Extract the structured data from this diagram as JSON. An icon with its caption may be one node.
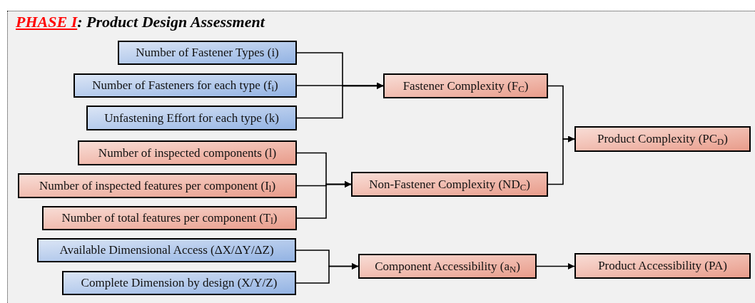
{
  "diagram": {
    "title": "PHASE I: Product Design Assessment",
    "nodes": [
      {
        "text": [
          "Number of Fastener Types (i)"
        ]
      },
      {
        "text": [
          "Number of Fasteners for each type (f$_{i}$)"
        ]
      },
      {
        "text": [
          "Unfastening Effort for each type (k)"
        ]
      },
      {
        "text": [
          "Number of inspected components (l)"
        ]
      },
      {
        "text": [
          "Number of inspected features per component (I$_{l}$)"
        ]
      },
      {
        "text": [
          "Number of total features per component (T$_{l}$)"
        ]
      },
      {
        "text": [
          "Available Dimensional Access (ΔX/ΔY/ΔZ)"
        ]
      },
      {
        "text": [
          "Complete Dimension by design (X/Y/Z)"
        ]
      },
      {
        "text": [
          "Fastener Complexity (F$_{C}$)"
        ]
      },
      {
        "text": [
          "Non-Fastener Complexity (ND$_{C}$)"
        ]
      },
      {
        "text": [
          "Product Complexity (PC$_{D}$)"
        ]
      },
      {
        "text": [
          "Component Accessibility (a$_{N}$)"
        ]
      },
      {
        "text": [
          "Product Accessibility (PA)"
        ]
      }
    ],
    "edges": [
      {
        "from": 0,
        "to": 8,
        "arrow": "to"
      },
      {
        "from": 1,
        "to": 8,
        "arrow": "to"
      },
      {
        "from": 2,
        "to": 8,
        "arrow": "to"
      },
      {
        "from": 3,
        "to": 9,
        "arrow": "to"
      },
      {
        "from": 4,
        "to": 9,
        "arrow": "to"
      },
      {
        "from": 5,
        "to": 9,
        "arrow": "to"
      },
      {
        "from": 6,
        "to": 11,
        "arrow": "to"
      },
      {
        "from": 7,
        "to": 11,
        "arrow": "to"
      },
      {
        "from": 8,
        "to": 10,
        "arrow": "to"
      },
      {
        "from": 9,
        "to": 10,
        "arrow": "to"
      },
      {
        "from": 11,
        "to": 12,
        "arrow": "to"
      }
    ]
  }
}
